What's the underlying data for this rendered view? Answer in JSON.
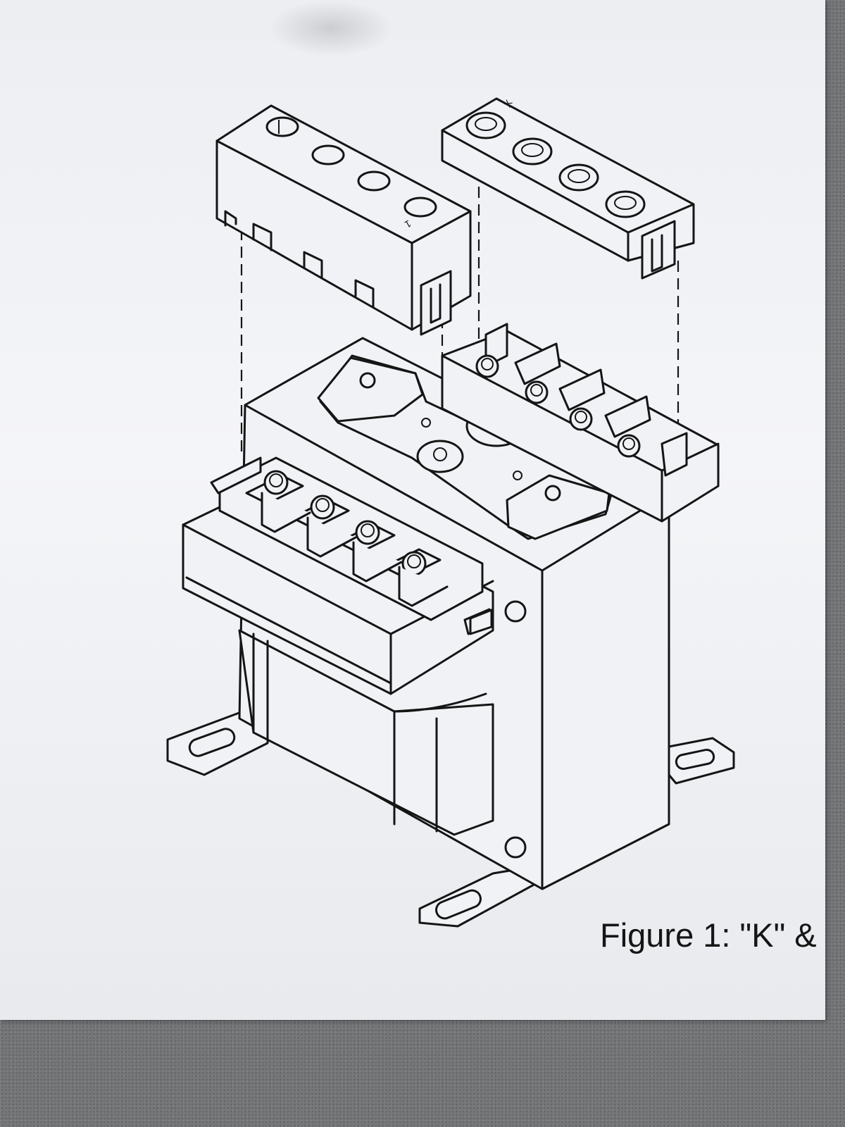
{
  "figure": {
    "caption": "Figure 1: \"K\" &",
    "cover_label_left": "1",
    "cover_label_right": "X"
  },
  "colors": {
    "paper": "#eef0f3",
    "ink": "#151515",
    "background": "#77787a"
  }
}
